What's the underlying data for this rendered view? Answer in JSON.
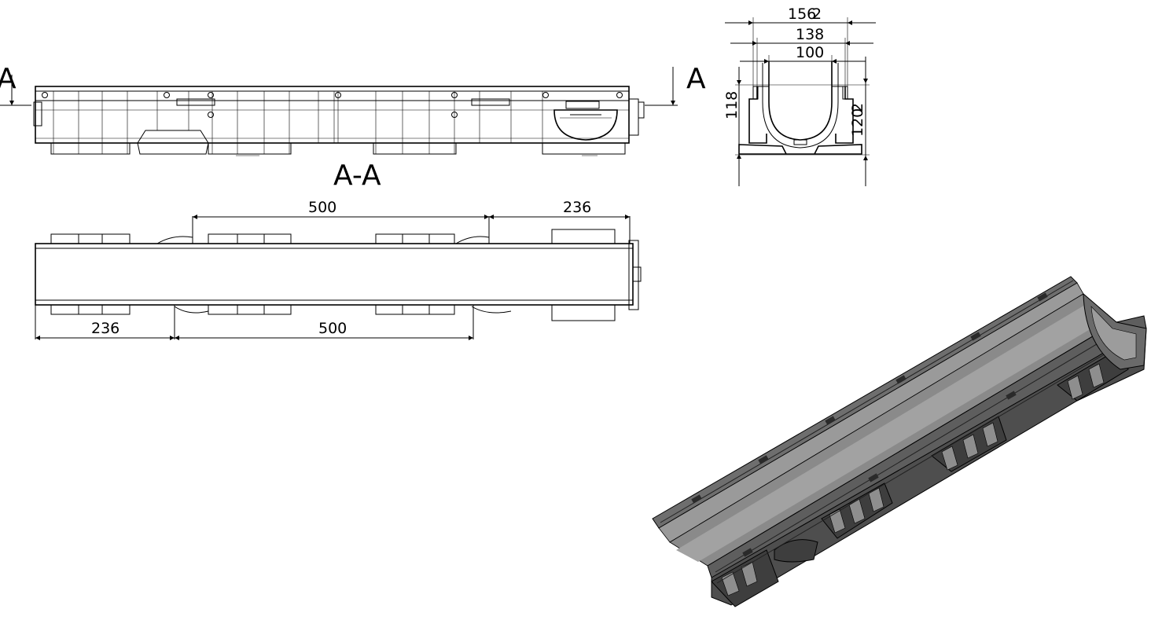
{
  "section": {
    "label": "A-A",
    "marker_left": "A",
    "marker_right": "A"
  },
  "plan_view": {
    "top_dims": [
      "500",
      "236"
    ],
    "bottom_dims": [
      "236",
      "500"
    ]
  },
  "cross_section": {
    "width_outer": "156",
    "width_outer_extra": "2",
    "width_mid": "138",
    "width_inner": "100",
    "height_left": "118",
    "height_right": "120",
    "height_right_extra": "2"
  }
}
